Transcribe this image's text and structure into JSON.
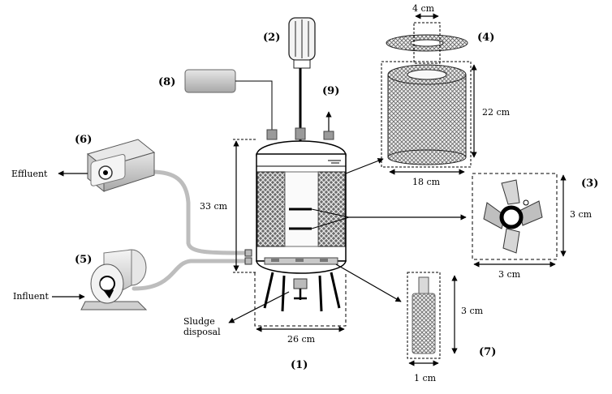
{
  "labels": {
    "reactor": "(1)",
    "motor": "(2)",
    "impeller": "(3)",
    "carrier": "(4)",
    "influent_pump": "(5)",
    "effluent_pump": "(6)",
    "diffuser": "(7)",
    "controller": "(8)",
    "gas_outlet": "(9)"
  },
  "text": {
    "effluent": "Effluent",
    "influent": "Influent",
    "sludge_line1": "Sludge",
    "sludge_line2": "disposal"
  },
  "dimensions": {
    "reactor_height": "33 cm",
    "reactor_width": "26 cm",
    "carrier_inner": "4 cm",
    "carrier_height": "22 cm",
    "carrier_width": "18 cm",
    "impeller_height": "3 cm",
    "impeller_width": "3 cm",
    "diffuser_height": "3 cm",
    "diffuser_width": "1 cm"
  },
  "colors": {
    "line": "#000000",
    "tube": "#bfbfbf",
    "metal": "#9a9a9a",
    "device": "#d4d4d4"
  }
}
